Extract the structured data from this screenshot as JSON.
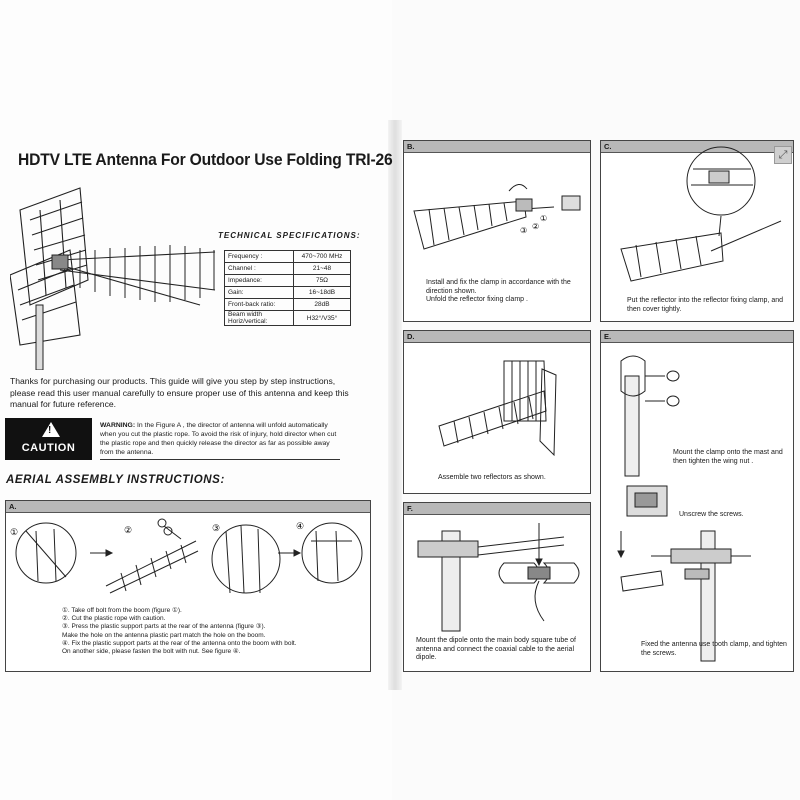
{
  "title": "HDTV LTE  Antenna For Outdoor Use  Folding TRI-26",
  "specs": {
    "heading": "TECHNICAL SPECIFICATIONS:",
    "rows": [
      {
        "label": "Frequency :",
        "value": "470~700 MHz"
      },
      {
        "label": "Channel :",
        "value": "21~48"
      },
      {
        "label": "Impedance:",
        "value": "75Ω"
      },
      {
        "label": "Gain:",
        "value": "16~18dB"
      },
      {
        "label": "Front-back ratio:",
        "value": "28dB"
      },
      {
        "label": "Beam width Horiz/vertical:",
        "value": "H32°/V35°"
      }
    ]
  },
  "intro": "Thanks for purchasing our products. This guide will give you step by step instructions, please read this user manual carefully to ensure proper use of this antenna and keep this manual for future reference.",
  "caution": {
    "label": "CAUTION",
    "symbol": "!",
    "warning_prefix": "WARNING:",
    "warning_text": " In the Figure A , the director of antenna will unfold automatically when you cut the plastic rope. To avoid the risk of injury, hold director when cut the plastic rope and then quickly release the director as far as possible away from the antenna."
  },
  "assembly_heading": "AERIAL ASSEMBLY INSTRUCTIONS:",
  "panels": {
    "a": {
      "label": "A.",
      "callouts": [
        "①",
        "②",
        "③",
        "④"
      ],
      "steps": [
        "①. Take off  bolt from the boom (figure ①).",
        "②. Cut the plastic rope with caution.",
        "③. Press the plastic support parts at the rear of the antenna (figure ③).",
        "     Make the hole on the antenna plastic part match the hole on the boom.",
        "④. Fix the plastic support parts at the rear of the antenna onto the boom with bolt.",
        "     On another side, please fasten the bolt with nut. See figure ④."
      ]
    },
    "b": {
      "label": "B.",
      "callouts": [
        "③",
        "②",
        "①"
      ],
      "caption": "Install and fix the clamp in accordance with the direction shown.\nUnfold the reflector fixing clamp ."
    },
    "c": {
      "label": "C.",
      "caption": "Put the reflector into the reflector fixing clamp, and then cover tightly."
    },
    "d": {
      "label": "D.",
      "caption": "Assemble two reflectors as shown."
    },
    "e": {
      "label": "E.",
      "caption1": "Mount the clamp onto the mast and then tighten the wing nut .",
      "caption2": "Unscrew the screws.",
      "caption3": "Fixed the antenna use tooth clamp, and tighten the screws."
    },
    "f": {
      "label": "F.",
      "caption": "Mount the dipole onto the main body square tube of antenna and connect the coaxial cable to the aerial dipole."
    }
  },
  "colors": {
    "panel_bar": "#b8b8b8",
    "caution_bg": "#111111"
  }
}
